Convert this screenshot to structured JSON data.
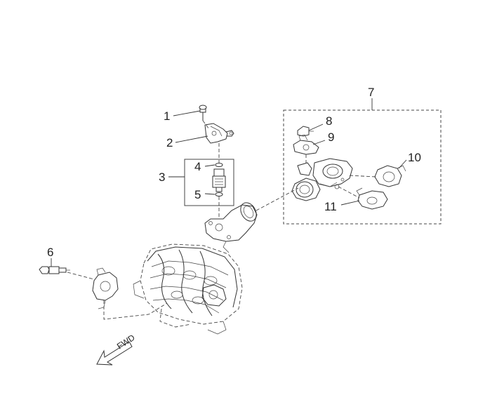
{
  "callouts": {
    "c1": "1",
    "c2": "2",
    "c3": "3",
    "c4": "4",
    "c5": "5",
    "c6": "6",
    "c7": "7",
    "c8": "8",
    "c9": "9",
    "c10": "10",
    "c11": "11"
  },
  "direction_label": "FWD",
  "colors": {
    "line": "#333333",
    "background": "#ffffff"
  }
}
